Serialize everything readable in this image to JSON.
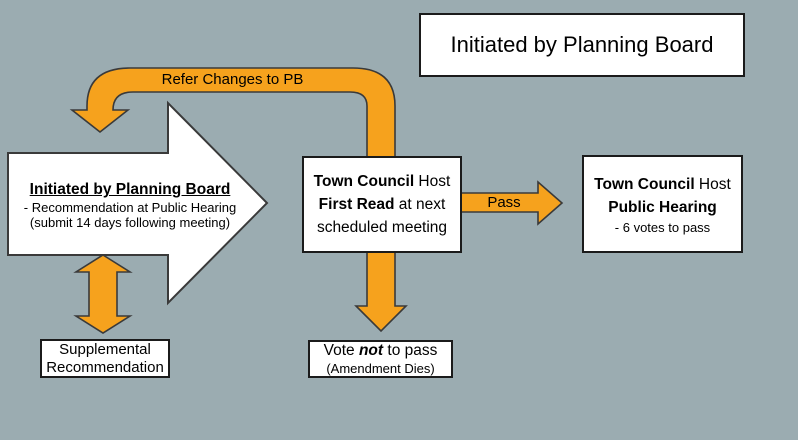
{
  "colors": {
    "background": "#9BACB1",
    "arrow_fill": "#F6A21D",
    "arrow_outline": "#3A3A3A",
    "box_background": "#FFFFFF",
    "box_border": "#1B1B1B",
    "text": "#000000"
  },
  "header": {
    "title": "Initiated by Planning Board"
  },
  "nodes": {
    "planning_board": {
      "title": "Initiated by Planning Board",
      "detail1": "- Recommendation at Public Hearing",
      "detail2": "(submit 14 days following meeting)"
    },
    "first_read": {
      "line1_bold": "Town Council",
      "line1_rest": " Host",
      "line2_bold": "First Read",
      "line2_rest": " at next",
      "line3": "scheduled meeting"
    },
    "public_hearing": {
      "line1_bold": "Town Council",
      "line1_rest": " Host",
      "line2_bold": "Public Hearing",
      "detail": "- 6 votes to pass"
    },
    "supplemental": {
      "line1": "Supplemental",
      "line2": "Recommendation"
    },
    "vote_fail": {
      "pre": "Vote ",
      "emph": "not",
      "post": " to pass",
      "detail": "(Amendment Dies)"
    }
  },
  "connectors": {
    "refer_changes": {
      "label": "Refer Changes to PB"
    },
    "pass": {
      "label": "Pass"
    }
  }
}
